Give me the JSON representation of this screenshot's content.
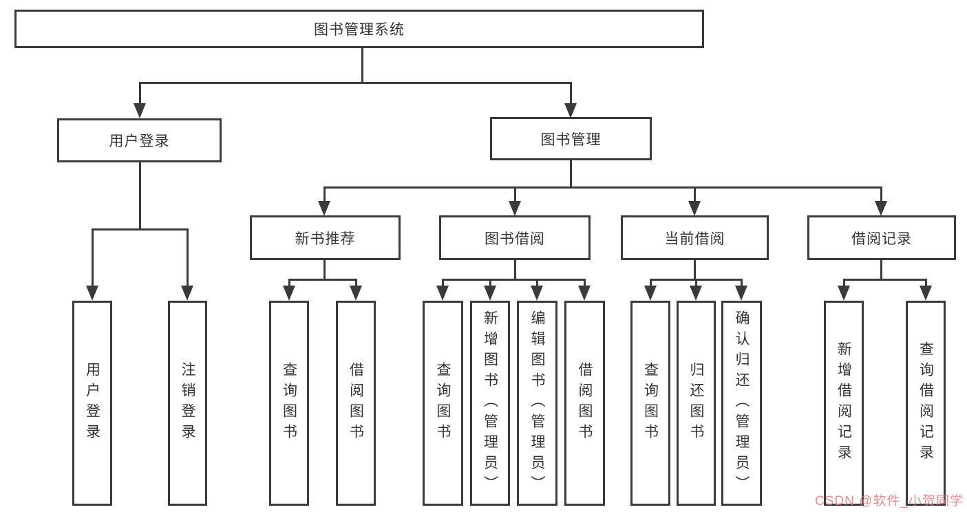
{
  "tree": {
    "label": "图书管理系统",
    "children": [
      {
        "label": "用户登录",
        "children": [
          {
            "label": "用户登录"
          },
          {
            "label": "注销登录"
          }
        ]
      },
      {
        "label": "图书管理",
        "children": [
          {
            "label": "新书推荐",
            "children": [
              {
                "label": "查询图书"
              },
              {
                "label": "借阅图书"
              }
            ]
          },
          {
            "label": "图书借阅",
            "children": [
              {
                "label": "查询图书"
              },
              {
                "label": "新增图书（管理员）"
              },
              {
                "label": "编辑图书（管理员）"
              },
              {
                "label": "借阅图书"
              }
            ]
          },
          {
            "label": "当前借阅",
            "children": [
              {
                "label": "查询图书"
              },
              {
                "label": "归还图书"
              },
              {
                "label": "确认归还（管理员）"
              }
            ]
          },
          {
            "label": "借阅记录",
            "children": [
              {
                "label": "新增借阅记录"
              },
              {
                "label": "查询借阅记录"
              }
            ]
          }
        ]
      }
    ]
  },
  "watermark": {
    "text": "CSDN @软件_小贺同学"
  },
  "colors": {
    "line": "#3a3a3a",
    "text": "#333333",
    "background": "#ffffff",
    "watermark": "#de7d7d"
  }
}
